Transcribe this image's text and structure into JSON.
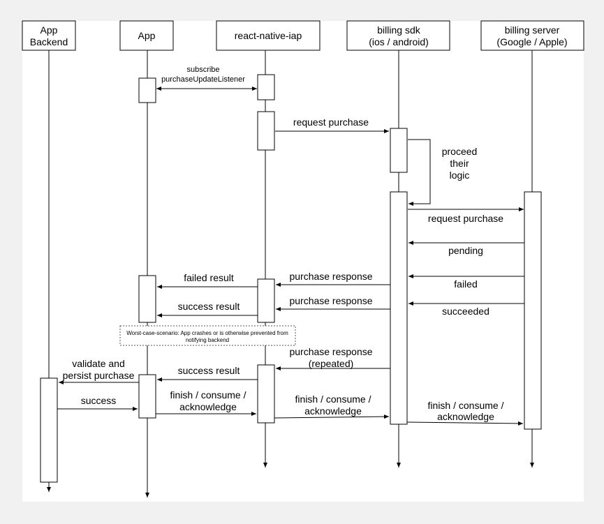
{
  "participants": [
    {
      "id": "backend",
      "label": [
        "App",
        "Backend"
      ]
    },
    {
      "id": "app",
      "label": [
        "App"
      ]
    },
    {
      "id": "rniap",
      "label": [
        "react-native-iap"
      ]
    },
    {
      "id": "sdk",
      "label": [
        "billing sdk",
        "(ios / android)"
      ]
    },
    {
      "id": "server",
      "label": [
        "billing server",
        "(Google / Apple)"
      ]
    }
  ],
  "messages": [
    {
      "from": "app",
      "to": "rniap",
      "label": [
        "subscribe",
        "purchaseUpdateListener"
      ],
      "bidirectional": true
    },
    {
      "from": "rniap",
      "to": "sdk",
      "label": [
        "request purchase"
      ]
    },
    {
      "from": "sdk",
      "to": "sdk",
      "label": [
        "proceed",
        "their",
        "logic"
      ],
      "self": true
    },
    {
      "from": "sdk",
      "to": "server",
      "label": [
        "request purchase"
      ]
    },
    {
      "from": "server",
      "to": "sdk",
      "label": [
        "pending"
      ]
    },
    {
      "from": "server",
      "to": "sdk",
      "label": [
        "failed"
      ]
    },
    {
      "from": "sdk",
      "to": "rniap",
      "label": [
        "purchase response"
      ]
    },
    {
      "from": "rniap",
      "to": "app",
      "label": [
        "failed result"
      ]
    },
    {
      "from": "server",
      "to": "sdk",
      "label": [
        "succeeded"
      ]
    },
    {
      "from": "sdk",
      "to": "rniap",
      "label": [
        "purchase response"
      ]
    },
    {
      "from": "rniap",
      "to": "app",
      "label": [
        "success result"
      ]
    },
    {
      "from": "sdk",
      "to": "rniap",
      "label": [
        "purchase response",
        "(repeated)"
      ]
    },
    {
      "from": "rniap",
      "to": "app",
      "label": [
        "success result"
      ]
    },
    {
      "from": "app",
      "to": "backend",
      "label": [
        "validate and",
        "persist purchase"
      ]
    },
    {
      "from": "backend",
      "to": "app",
      "label": [
        "success"
      ]
    },
    {
      "from": "app",
      "to": "rniap",
      "label": [
        "finish / consume /",
        "acknowledge"
      ]
    },
    {
      "from": "rniap",
      "to": "sdk",
      "label": [
        "finish / consume /",
        "acknowledge"
      ]
    },
    {
      "from": "sdk",
      "to": "server",
      "label": [
        "finish / consume /",
        "acknowledge"
      ]
    }
  ],
  "note": {
    "lines": [
      "Worst-case-scenario: App crashes or is otherwise prevented from",
      "notifying backend"
    ]
  }
}
